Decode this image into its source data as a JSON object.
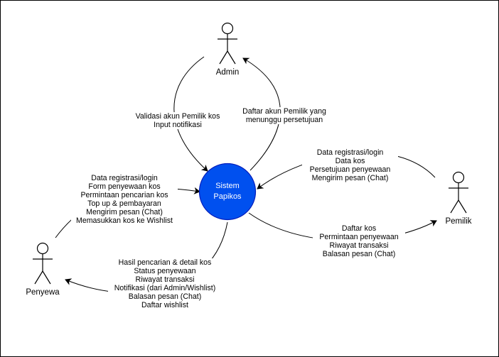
{
  "process": {
    "line1": "Sistem",
    "line2": "Papikos",
    "fill": "#0050EF",
    "stroke": "#001DBC"
  },
  "actors": {
    "admin": "Admin",
    "penyewa": "Penyewa",
    "pemilik": "Pemilik"
  },
  "flows": {
    "admin_to_system": [
      "Validasi akun Pemilik kos",
      "Input notifikasi"
    ],
    "system_to_admin": [
      "Daftar akun Pemilik yang",
      "menunggu persetujuan"
    ],
    "pemilik_to_system": [
      "Data registrasi/login",
      "Data kos",
      "Persetujuan penyewaan",
      "Mengirim pesan (Chat)"
    ],
    "system_to_pemilik": [
      "Daftar kos",
      "Permintaan penyewaan",
      "Riwayat transaksi",
      "Balasan pesan (Chat)"
    ],
    "penyewa_to_system": [
      "Data registrasi/login",
      "Form penyewaan kos",
      "Permintaan pencarian kos",
      "Top up & pembayaran",
      "Mengirim pesan (Chat)",
      "Memasukkan kos ke Wishlist"
    ],
    "system_to_penyewa": [
      "Hasil pencarian & detail kos",
      "Status penyewaan",
      "Riwayat transaksi",
      "Notifikasi (dari Admin/Wishlist)",
      "Balasan pesan (Chat)",
      "Daftar wishlist"
    ]
  }
}
